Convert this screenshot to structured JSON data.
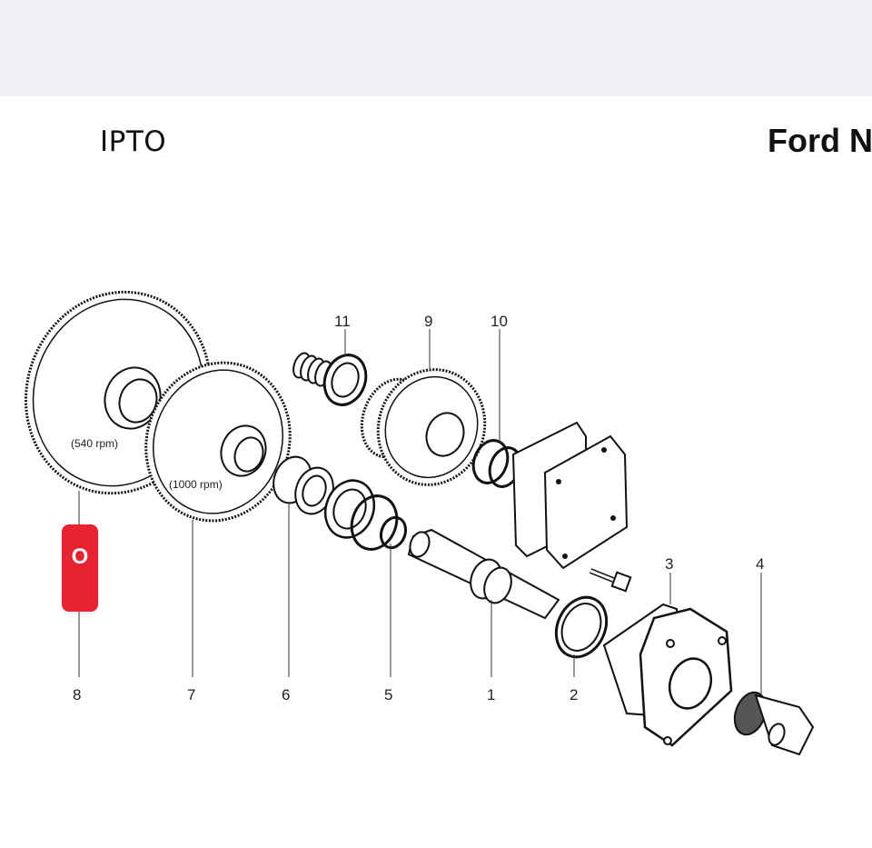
{
  "header": {
    "left_title": "IPTO",
    "right_title": "Ford N"
  },
  "diagram": {
    "rpm_labels": {
      "gear_540": "(540 rpm)",
      "gear_1000": "(1000 rpm)"
    },
    "callouts": {
      "c1": "1",
      "c2": "2",
      "c3": "3",
      "c4": "4",
      "c5": "5",
      "c6": "6",
      "c7": "7",
      "c8": "8",
      "c9": "9",
      "c10": "10",
      "c11": "11"
    },
    "marker": {
      "label": "O",
      "color": "#e8222e"
    }
  }
}
